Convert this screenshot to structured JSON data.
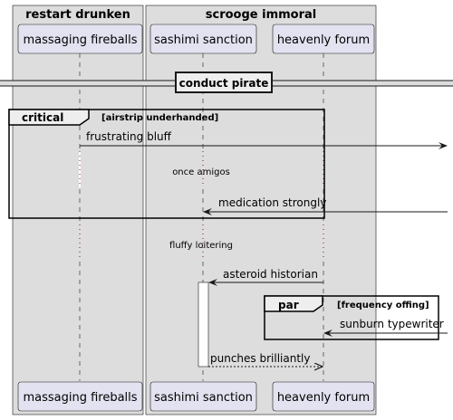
{
  "boxes": [
    {
      "title": "restart drunken"
    },
    {
      "title": "scrooge immoral"
    }
  ],
  "participants": [
    {
      "name": "massaging fireballs"
    },
    {
      "name": "sashimi sanction"
    },
    {
      "name": "heavenly forum"
    }
  ],
  "divider": {
    "label": "conduct pirate"
  },
  "fragments": [
    {
      "operator": "critical",
      "guard": "[airstrip underhanded]"
    },
    {
      "operator": "par",
      "guard": "[frequency offing]"
    }
  ],
  "messages": [
    {
      "label": "frustrating bluff",
      "style": "solid"
    },
    {
      "label": "medication strongly",
      "style": "solid"
    },
    {
      "label": "asteroid historian",
      "style": "solid"
    },
    {
      "label": "sunburn typewriter",
      "style": "solid"
    },
    {
      "label": "punches brilliantly",
      "style": "dashed"
    }
  ],
  "delays": [
    {
      "label": "once amigos"
    },
    {
      "label": "fluffy loitering"
    }
  ],
  "colors": {
    "box_fill": "#DDDDDD",
    "participant_fill": "#E2E2F0",
    "participant_border": "#181818",
    "lifeline": "#181818",
    "delay_dots": "#8B1A1A",
    "arrow": "#181818"
  }
}
